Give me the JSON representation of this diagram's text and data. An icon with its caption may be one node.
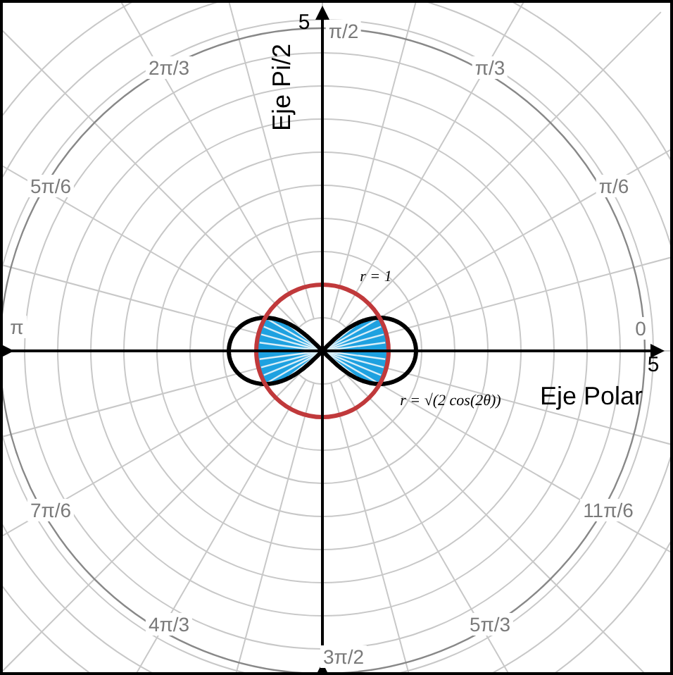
{
  "diagram": {
    "labels": [
      "5",
      "π/2",
      "Eje Pi/2",
      "2π/3",
      "π/3",
      "5π/6",
      "π/6",
      "r = 1",
      "π",
      "0",
      "5",
      "r = √(2 cos(2θ))",
      "Eje Polar",
      "7π/6",
      "11π/6",
      "4π/3",
      "5π/3",
      "3π/2"
    ]
  }
}
